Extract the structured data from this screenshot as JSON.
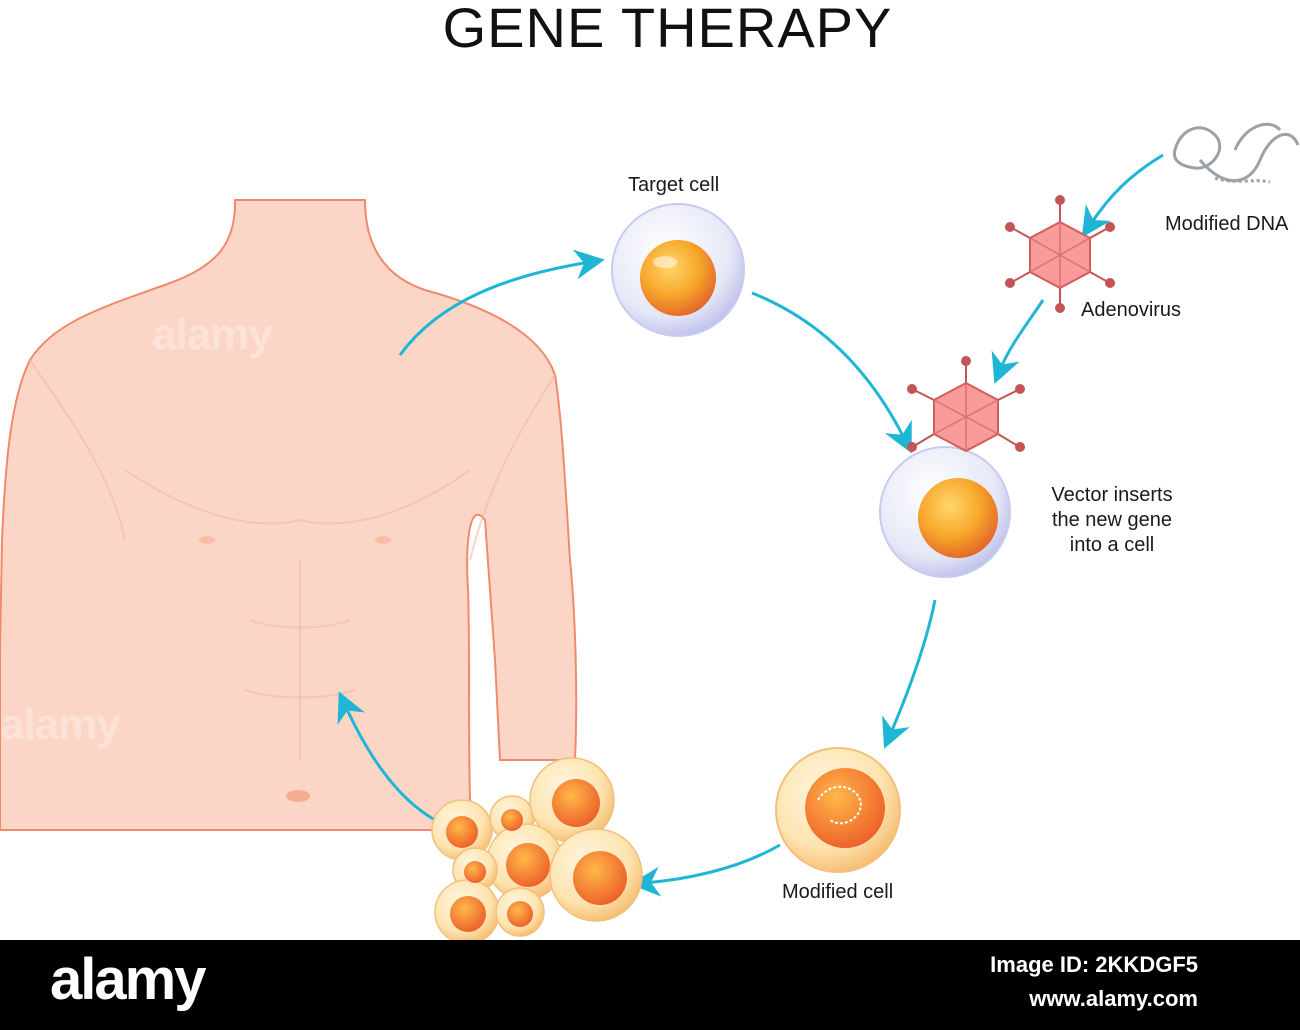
{
  "title": "GENE THERAPY",
  "labels": {
    "target_cell": "Target cell",
    "modified_dna": "Modified DNA",
    "adenovirus": "Adenovirus",
    "vector_line1": "Vector inserts",
    "vector_line2": "the new gene",
    "vector_line3": "into a cell",
    "modified_cell": "Modified cell"
  },
  "watermark": "alamy",
  "footer": {
    "logo": "alamy",
    "image_id": "Image ID: 2KKDGF5",
    "url": "www.alamy.com"
  },
  "colors": {
    "arrow": "#1fb6d6",
    "skin": "#fbd6c6",
    "skin_outline": "#f08a6c",
    "nucleus": "#f5a623",
    "virus": "#f08a8a"
  }
}
